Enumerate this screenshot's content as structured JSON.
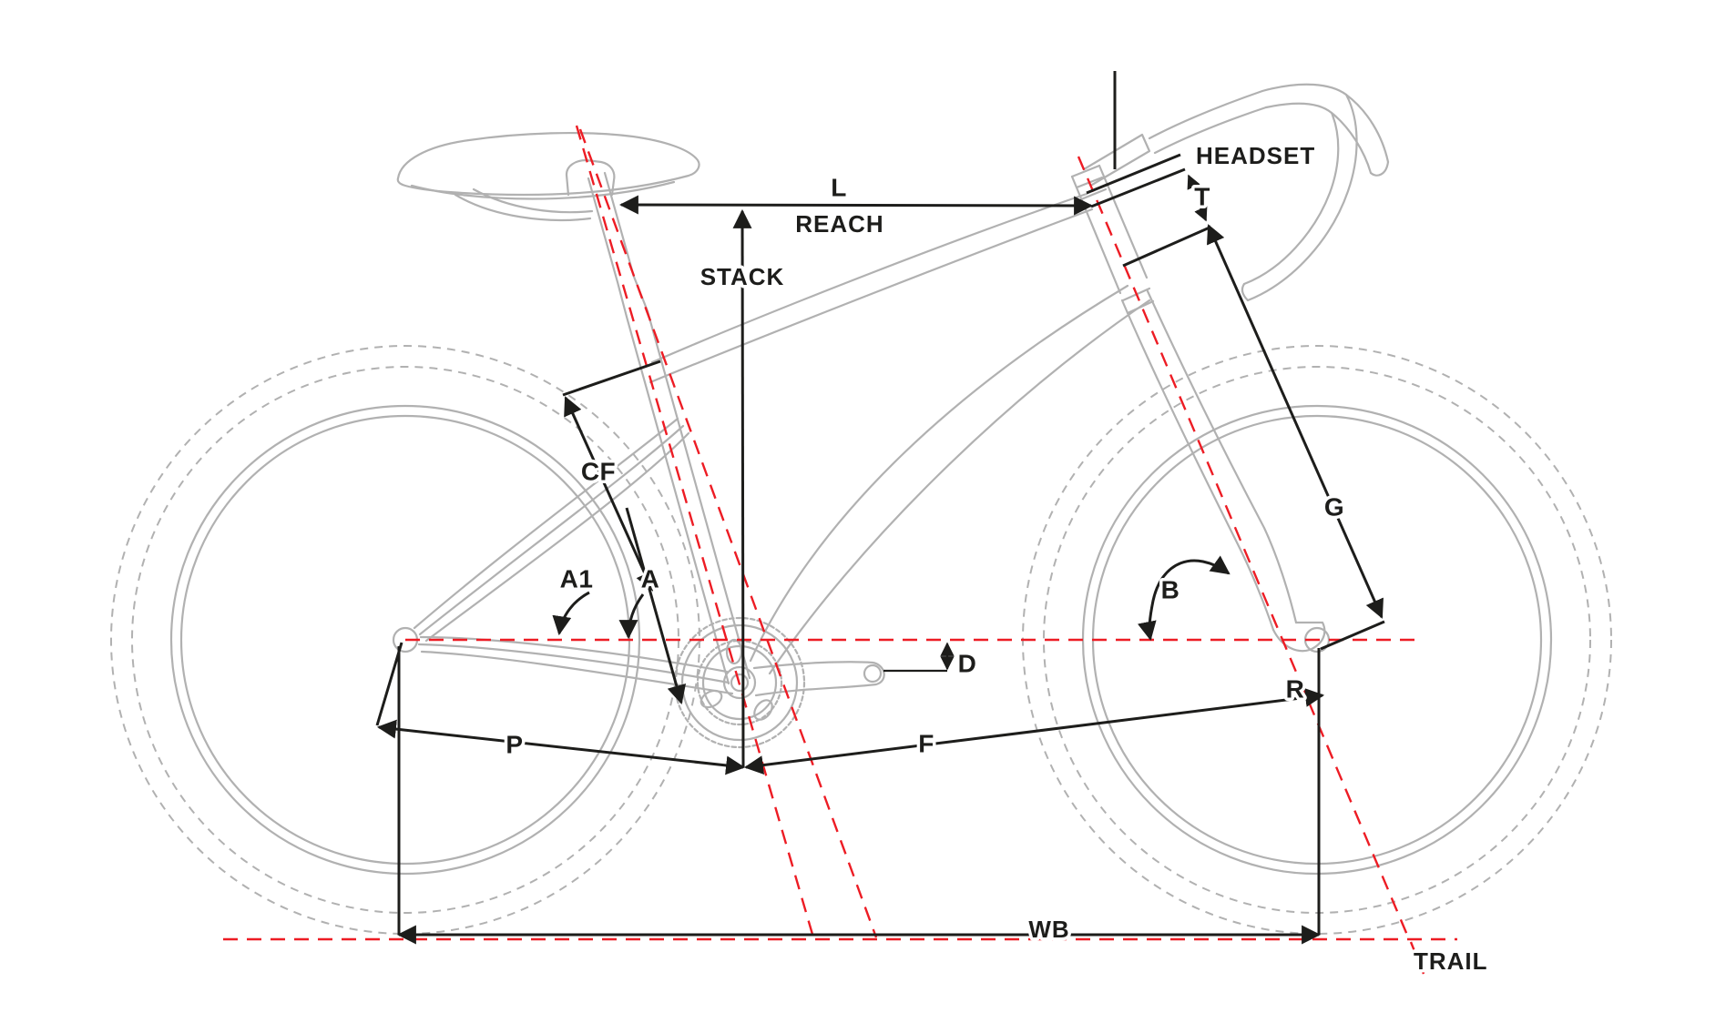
{
  "labels": {
    "l": "L",
    "reach": "REACH",
    "stack": "STACK",
    "headset": "HEADSET",
    "t": "T",
    "g": "G",
    "cf": "CF",
    "a1": "A1",
    "a": "A",
    "b": "B",
    "d": "D",
    "p": "P",
    "f": "F",
    "r": "R",
    "wb": "WB",
    "trail": "TRAIL"
  },
  "colors": {
    "ink": "#1d1d1b",
    "guide_red": "#ed1c24",
    "bike_gray": "#b1b1b1",
    "background": "#ffffff"
  }
}
